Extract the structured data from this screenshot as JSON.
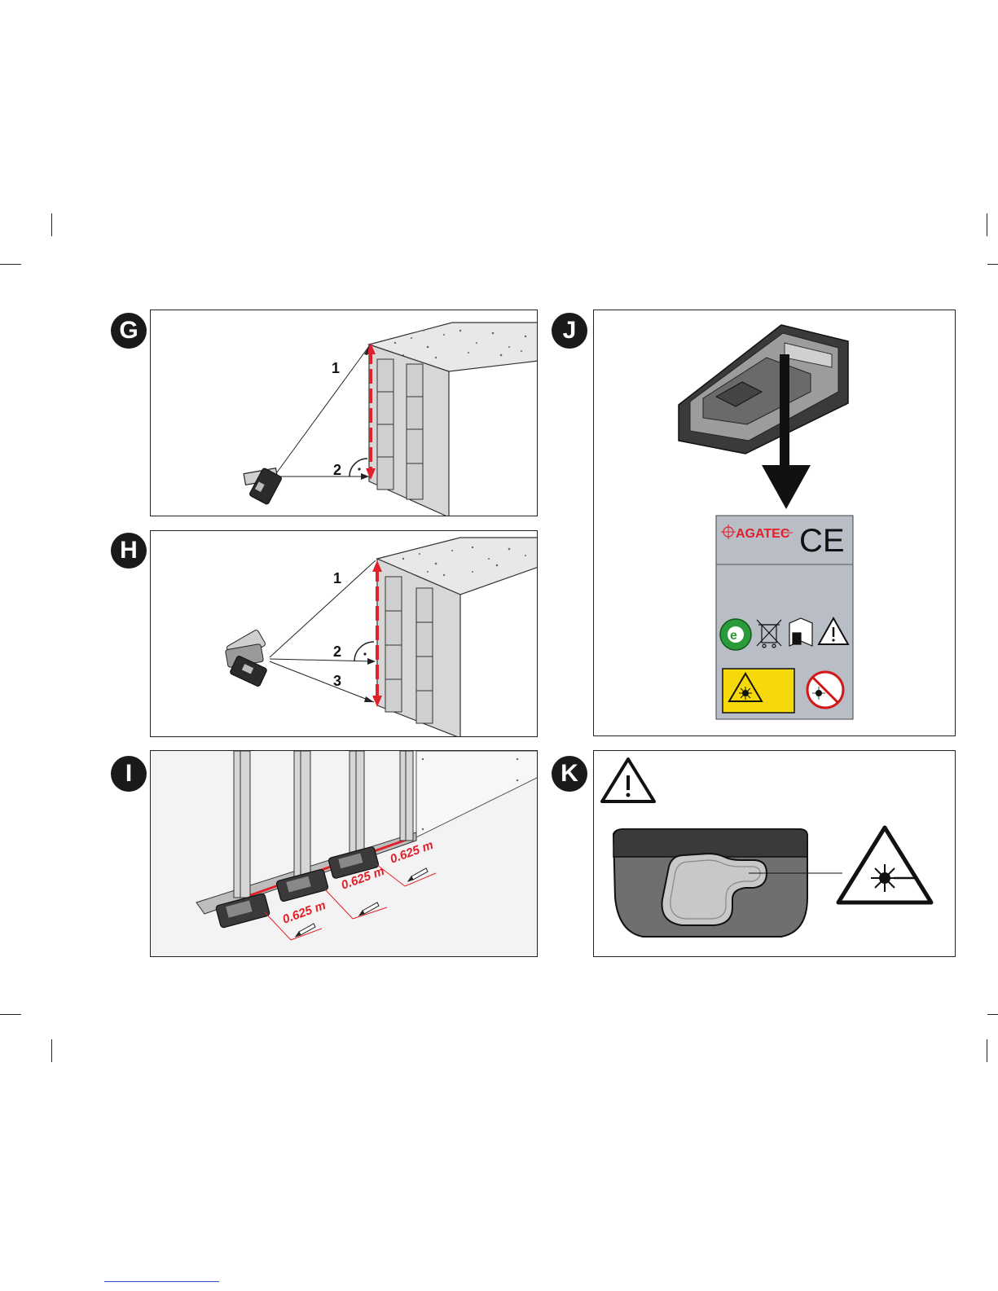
{
  "panels": {
    "g": {
      "badge": "G",
      "labels": [
        "1",
        "2"
      ]
    },
    "h": {
      "badge": "H",
      "labels": [
        "1",
        "2",
        "3"
      ]
    },
    "i": {
      "badge": "I",
      "distances": [
        "0.625 m",
        "0.625 m",
        "0.625 m"
      ]
    },
    "j": {
      "badge": "J",
      "brand": "AGATEC",
      "ce_mark": "CE"
    },
    "k": {
      "badge": "K"
    }
  },
  "icons": [
    "warning-triangle-icon",
    "laser-radiation-icon",
    "recycle-e-icon",
    "weee-bin-icon",
    "read-manual-icon",
    "no-eye-exposure-icon",
    "pencil-icon",
    "down-arrow-icon"
  ],
  "colors": {
    "measure_red": "#e0202a",
    "laser_yellow": "#f5d90a",
    "badge_dark": "#1a1a1a",
    "label_gray": "#b9bec6"
  }
}
